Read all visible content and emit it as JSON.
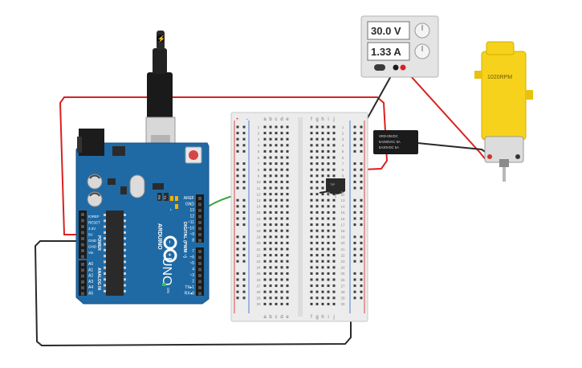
{
  "power_supply": {
    "voltage": "30.0 V",
    "current": "1.33 A"
  },
  "motor": {
    "label": "1020RPM"
  },
  "relay": {
    "line1": "SRD-05VDC",
    "line2": "5A250VAC 5A",
    "line3": "5A30VDC 5A"
  },
  "arduino": {
    "brand": "ARDUINO",
    "model": "UNO",
    "on_label": "ON",
    "digital_label": "DIGITAL (PWM ~)",
    "power_label": "POWER",
    "analog_label": "ANALOG IN",
    "tx_label": "TX",
    "rx_label": "RX",
    "l_label": "L",
    "right_pins": [
      "AREF",
      "GND",
      "13",
      "12",
      "~11",
      "~10",
      "~9",
      "8",
      "7",
      "~6",
      "~5",
      "4",
      "~3",
      "2",
      "TX▸1",
      "RX◂0"
    ],
    "power_pins": [
      "IOREF",
      "RESET",
      "3.3V",
      "5V",
      "GND",
      "GND",
      "Vin"
    ],
    "analog_pins": [
      "A0",
      "A1",
      "A2",
      "A3",
      "A4",
      "A5"
    ]
  },
  "breadboard": {
    "cols_left": [
      "a",
      "b",
      "c",
      "d",
      "e"
    ],
    "cols_right": [
      "f",
      "g",
      "h",
      "i",
      "j"
    ],
    "row_count": 30,
    "rail_plus": "+",
    "rail_minus": "−"
  },
  "colors": {
    "wire_red": "#d92121",
    "wire_black": "#2a2a2a",
    "wire_green": "#3aa63a",
    "arduino_blue": "#1f6aa5",
    "motor_yellow": "#f6d21c"
  }
}
